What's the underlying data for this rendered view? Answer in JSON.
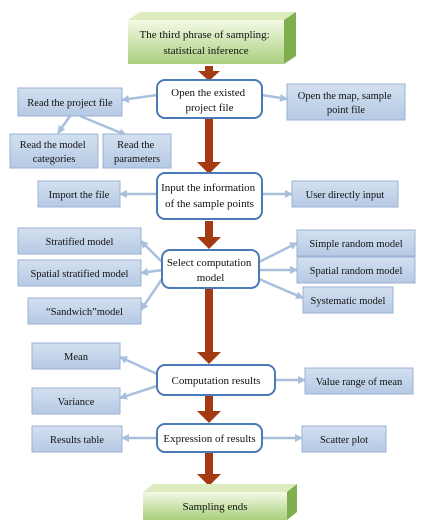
{
  "start": [
    "The third phrase of sampling:",
    "statistical inference"
  ],
  "end": "Sampling ends",
  "main_steps": [
    [
      "Open the existed",
      "project file"
    ],
    [
      "Input the information",
      "of the sample points"
    ],
    [
      "Select computation",
      "model"
    ],
    [
      "Computation results"
    ],
    [
      "Expression of results"
    ]
  ],
  "side_boxes": {
    "read_project": [
      "Read the project file"
    ],
    "open_map": [
      "Open the map, sample",
      "point file"
    ],
    "read_categories": [
      "Read the model",
      "categories"
    ],
    "read_parameters": [
      "Read the",
      "parameters"
    ],
    "import_file": [
      "Import the file"
    ],
    "user_input": [
      "User directly input"
    ],
    "stratified": [
      "Stratified model"
    ],
    "spatial_stratified": [
      "Spatial stratified model"
    ],
    "sandwich": [
      "“Sandwich”model"
    ],
    "simple_random": [
      "Simple random model"
    ],
    "spatial_random": [
      "Spatial random model"
    ],
    "systematic": [
      "Systematic model"
    ],
    "mean": [
      "Mean"
    ],
    "variance": [
      "Variance"
    ],
    "value_range": [
      "Value range of mean"
    ],
    "results_table": [
      "Results table"
    ],
    "scatter_plot": [
      "Scatter plot"
    ]
  },
  "colors": {
    "start_fill_top": "#f4fae6",
    "start_fill_bottom": "#a9cf7d",
    "main_border": "#4a7ab8",
    "side_fill": "#c4d4ea",
    "side_border": "#9bb2d4",
    "arrow": "#a33a12",
    "connector": "#a9bfdc"
  }
}
